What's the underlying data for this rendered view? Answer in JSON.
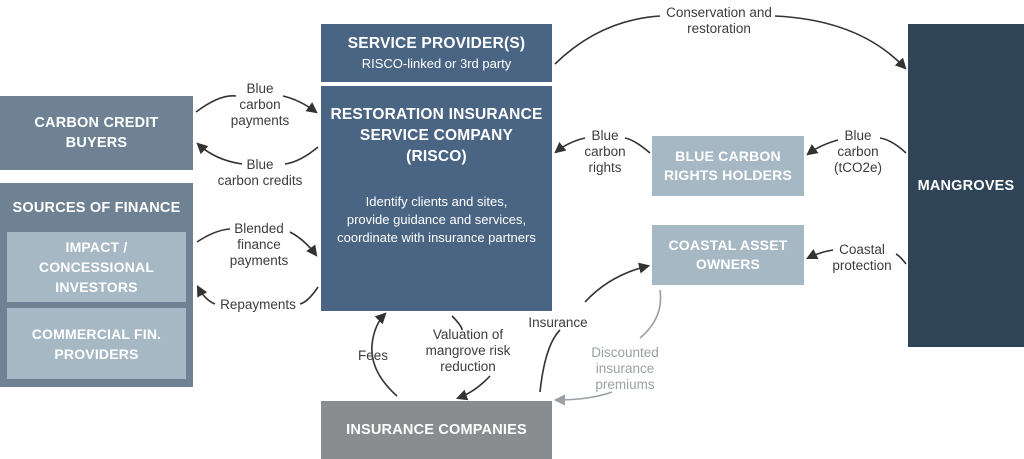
{
  "colors": {
    "dark_navy": "#2f4456",
    "slate_blue": "#4a6583",
    "mid_grey_blue": "#6e8294",
    "light_blue_grey": "#a7b8c5",
    "insurance_grey": "#8a8d8f",
    "arrow": "#333333",
    "arrow_light": "#9aa0a6"
  },
  "boxes": {
    "service_provider": {
      "title": "SERVICE PROVIDER(S)",
      "subtitle": "RISCO-linked or 3rd party"
    },
    "risco": {
      "title": "RESTORATION INSURANCE\nSERVICE COMPANY\n(RISCO)",
      "description": "Identify clients and sites,\nprovide guidance and services,\ncoordinate with insurance partners"
    },
    "carbon_credit_buyers": {
      "title": "CARBON CREDIT\nBUYERS"
    },
    "sources_of_finance": {
      "title": "SOURCES OF FINANCE",
      "impact_investors": "IMPACT /\nCONCESSIONAL\nINVESTORS",
      "commercial_providers": "COMMERCIAL FIN.\nPROVIDERS"
    },
    "blue_carbon_rights_holders": {
      "title": "BLUE CARBON\nRIGHTS HOLDERS"
    },
    "coastal_asset_owners": {
      "title": "COASTAL ASSET\nOWNERS"
    },
    "mangroves": {
      "title": "MANGROVES"
    },
    "insurance_companies": {
      "title": "INSURANCE COMPANIES"
    }
  },
  "flows": {
    "conservation_restoration": "Conservation and\nrestoration",
    "blue_carbon_payments": "Blue\ncarbon\npayments",
    "blue_carbon_credits": "Blue\ncarbon credits",
    "blended_finance_payments": "Blended\nfinance\npayments",
    "repayments": "Repayments",
    "blue_carbon_rights": "Blue\ncarbon\nrights",
    "blue_carbon_tco2e": "Blue\ncarbon\n(tCO2e)",
    "coastal_protection": "Coastal\nprotection",
    "insurance": "Insurance",
    "fees": "Fees",
    "valuation": "Valuation of\nmangrove risk\nreduction",
    "discounted_premiums": "Discounted\ninsurance\npremiums"
  }
}
